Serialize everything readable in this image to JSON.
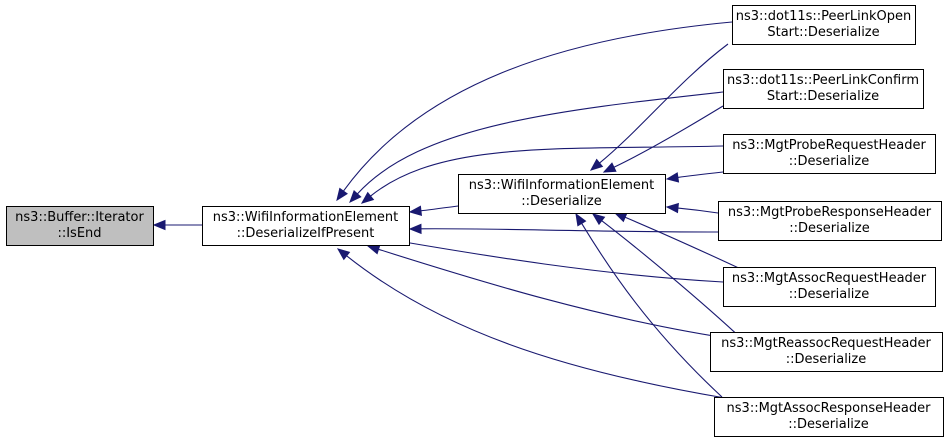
{
  "colors": {
    "edge": "#191970",
    "focus_node_fill": "#bfbfbf",
    "node_fill": "#ffffff",
    "node_border": "#000000"
  },
  "nodes": [
    {
      "id": "n0",
      "lines": [
        "ns3::Buffer::Iterator",
        "::IsEnd"
      ],
      "focus": true
    },
    {
      "id": "n1",
      "lines": [
        "ns3::WifiInformationElement",
        "::DeserializeIfPresent"
      ]
    },
    {
      "id": "n2",
      "lines": [
        "ns3::WifiInformationElement",
        "::Deserialize"
      ]
    },
    {
      "id": "n3",
      "lines": [
        "ns3::dot11s::PeerLinkOpen",
        "Start::Deserialize"
      ]
    },
    {
      "id": "n4",
      "lines": [
        "ns3::dot11s::PeerLinkConfirm",
        "Start::Deserialize"
      ]
    },
    {
      "id": "n5",
      "lines": [
        "ns3::MgtProbeRequestHeader",
        "::Deserialize"
      ]
    },
    {
      "id": "n6",
      "lines": [
        "ns3::MgtProbeResponseHeader",
        "::Deserialize"
      ]
    },
    {
      "id": "n7",
      "lines": [
        "ns3::MgtAssocRequestHeader",
        "::Deserialize"
      ]
    },
    {
      "id": "n8",
      "lines": [
        "ns3::MgtReassocRequestHeader",
        "::Deserialize"
      ]
    },
    {
      "id": "n9",
      "lines": [
        "ns3::MgtAssocResponseHeader",
        "::Deserialize"
      ]
    }
  ],
  "edges": [
    {
      "from": "n1",
      "to": "n0"
    },
    {
      "from": "n2",
      "to": "n1"
    },
    {
      "from": "n3",
      "to": "n1"
    },
    {
      "from": "n4",
      "to": "n1"
    },
    {
      "from": "n5",
      "to": "n1"
    },
    {
      "from": "n6",
      "to": "n1"
    },
    {
      "from": "n7",
      "to": "n1"
    },
    {
      "from": "n8",
      "to": "n1"
    },
    {
      "from": "n9",
      "to": "n1"
    },
    {
      "from": "n3",
      "to": "n2"
    },
    {
      "from": "n4",
      "to": "n2"
    },
    {
      "from": "n5",
      "to": "n2"
    },
    {
      "from": "n6",
      "to": "n2"
    },
    {
      "from": "n7",
      "to": "n2"
    },
    {
      "from": "n8",
      "to": "n2"
    },
    {
      "from": "n9",
      "to": "n2"
    }
  ]
}
